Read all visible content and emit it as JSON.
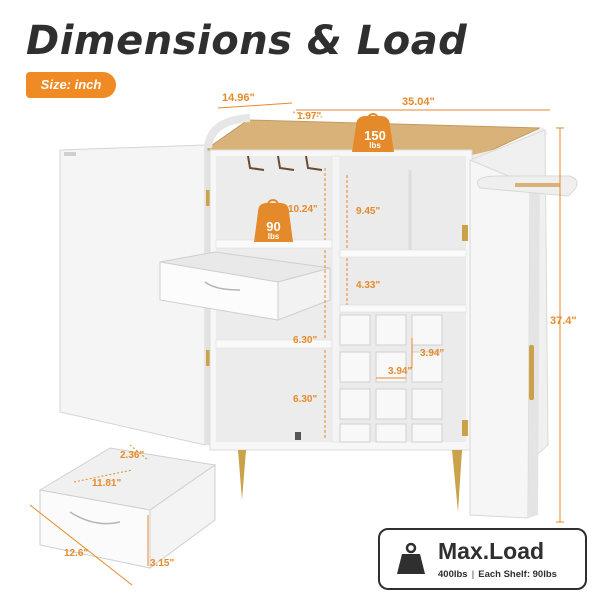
{
  "title": "Dimensions & Load",
  "size_badge": "Size: inch",
  "dims": {
    "depth": "14.96\"",
    "top_lip": "1.97\"",
    "width": "35.04\"",
    "height": "37.4\"",
    "upper_left": "10.24\"",
    "upper_right": "9.45\"",
    "mid_right": "4.33\"",
    "shelf_1": "6.30\"",
    "shelf_2": "6.30\"",
    "cube_h": "3.94\"",
    "cube_w": "3.94\"",
    "drawer_h": "2.36\"",
    "drawer_d": "11.81\"",
    "drawer_w": "12.6\"",
    "drawer_side": "3.15\""
  },
  "loads": {
    "top": {
      "value": "150",
      "unit": "lbs"
    },
    "shelf": {
      "value": "90",
      "unit": "lbs"
    }
  },
  "max_load": {
    "heading": "Max.Load",
    "total": "400lbs",
    "each_shelf": "Each Shelf: 90lbs"
  },
  "colors": {
    "accent": "#e58a2b",
    "wood": "#d9b27a",
    "panel": "#f4f4f4",
    "gold": "#c9a24a"
  }
}
